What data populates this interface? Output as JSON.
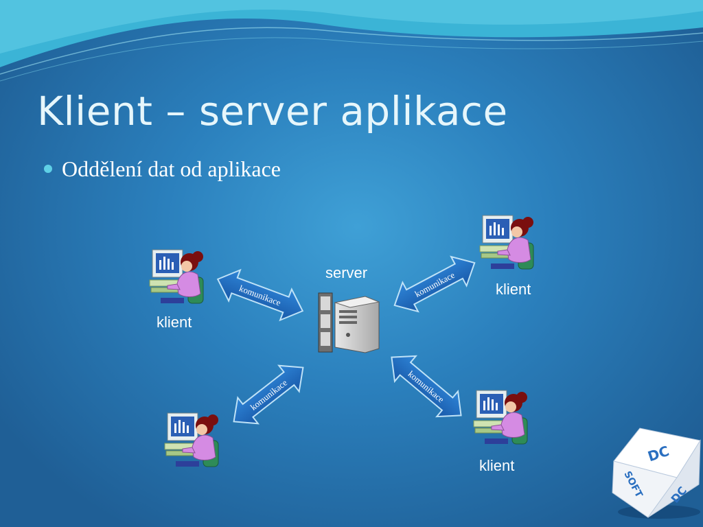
{
  "slide": {
    "title": "Klient – server aplikace",
    "bullets": [
      "Oddělení dat od aplikace"
    ]
  },
  "diagram": {
    "nodes": {
      "server": "server",
      "client_top_left": "klient",
      "client_top_right": "klient",
      "client_bottom_right": "klient"
    },
    "connections": [
      {
        "from": "client_top_left",
        "to": "server",
        "label": "komunikace"
      },
      {
        "from": "server",
        "to": "client_top_right",
        "label": "komunikace"
      },
      {
        "from": "client_bottom_left",
        "to": "server",
        "label": "komunikace"
      },
      {
        "from": "server",
        "to": "client_bottom_right",
        "label": "komunikace"
      }
    ]
  },
  "logo": {
    "text": "DC SOFT"
  },
  "colors": {
    "background": "#2b80bd",
    "title": "#e6f6fb",
    "bullet": "#5fd0e6",
    "arrow": "#1f6bc2",
    "arrow_border": "#bfe2f7"
  }
}
